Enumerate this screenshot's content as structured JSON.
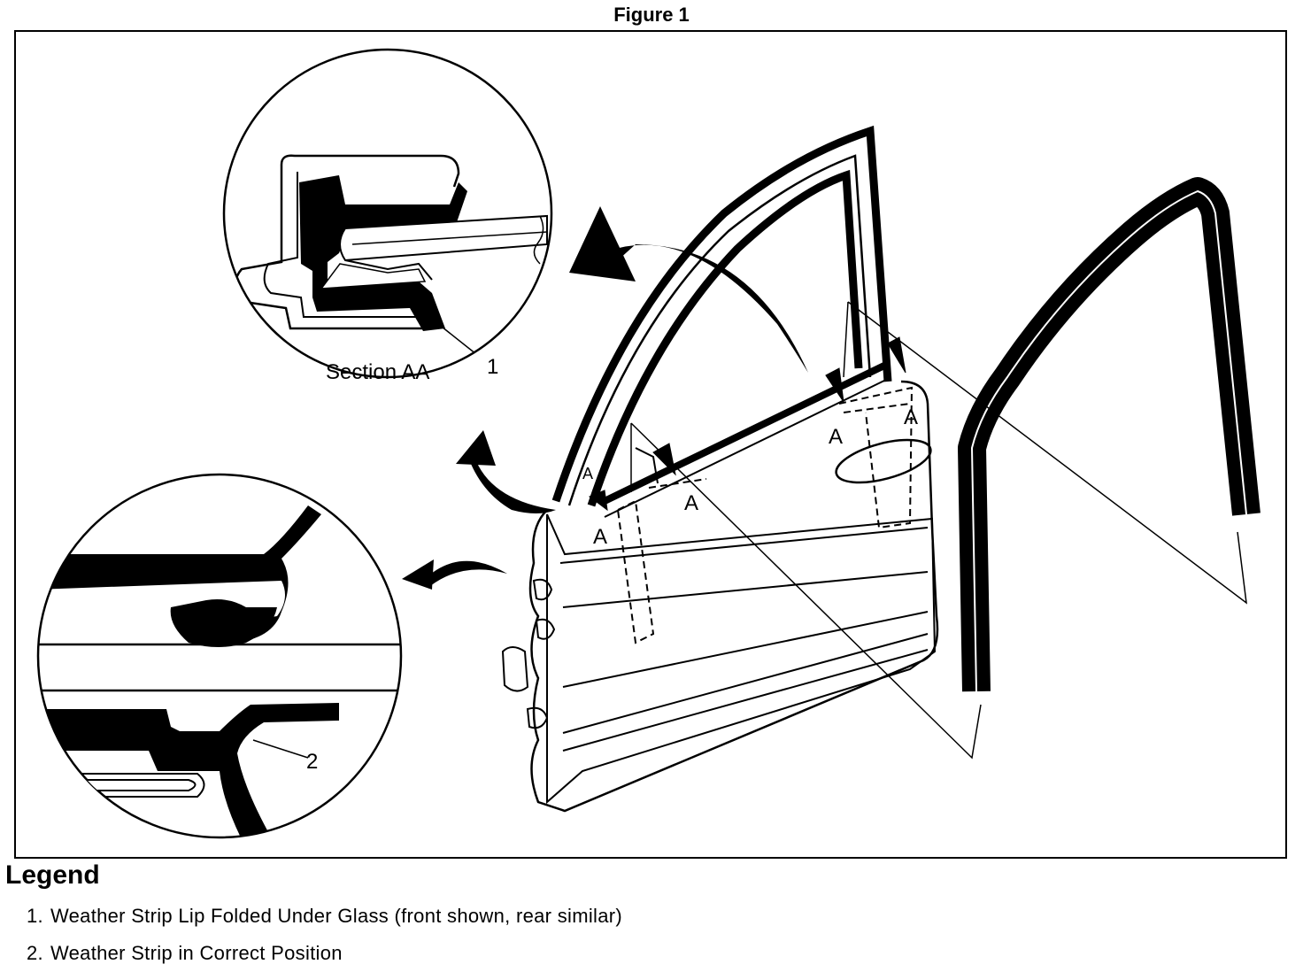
{
  "figure_title": "Figure 1",
  "section_label": "Section AA",
  "callout_1": "1",
  "callout_2": "2",
  "view_mark": "A",
  "legend": {
    "title": "Legend",
    "items": [
      {
        "number": "1.",
        "text": "Weather Strip Lip Folded Under Glass (front shown, rear similar)"
      },
      {
        "number": "2.",
        "text": "Weather Strip in Correct Position"
      }
    ]
  }
}
